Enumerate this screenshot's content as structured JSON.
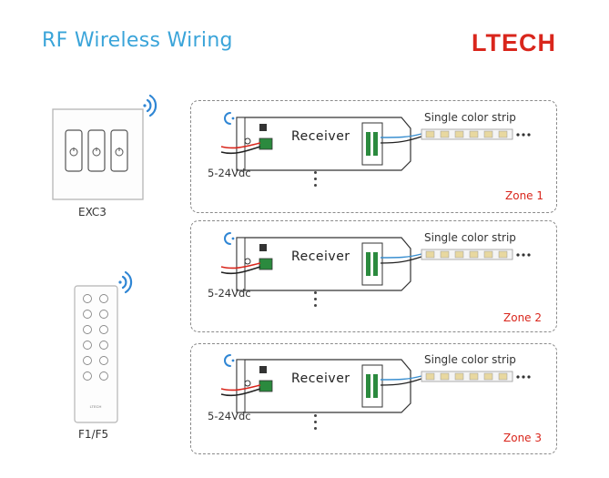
{
  "header": {
    "title": "RF Wireless Wiring",
    "logo": "LTECH"
  },
  "devices": {
    "panel": {
      "label": "EXC3",
      "icon": "wall-panel-icon"
    },
    "remote": {
      "label": "F1/F5",
      "icon": "remote-control-icon",
      "brand": "LTECH"
    }
  },
  "zones": [
    {
      "label": "Zone 1",
      "receiver": "Receiver",
      "strip": "Single color strip",
      "voltage": "5-24Vdc"
    },
    {
      "label": "Zone 2",
      "receiver": "Receiver",
      "strip": "Single color strip",
      "voltage": "5-24Vdc"
    },
    {
      "label": "Zone 3",
      "receiver": "Receiver",
      "strip": "Single color strip",
      "voltage": "5-24Vdc"
    }
  ],
  "colors": {
    "accent": "#3aa4d9",
    "brand": "#d9261c",
    "wire_blue": "#3a8fd0",
    "wire_red": "#d9261c"
  }
}
